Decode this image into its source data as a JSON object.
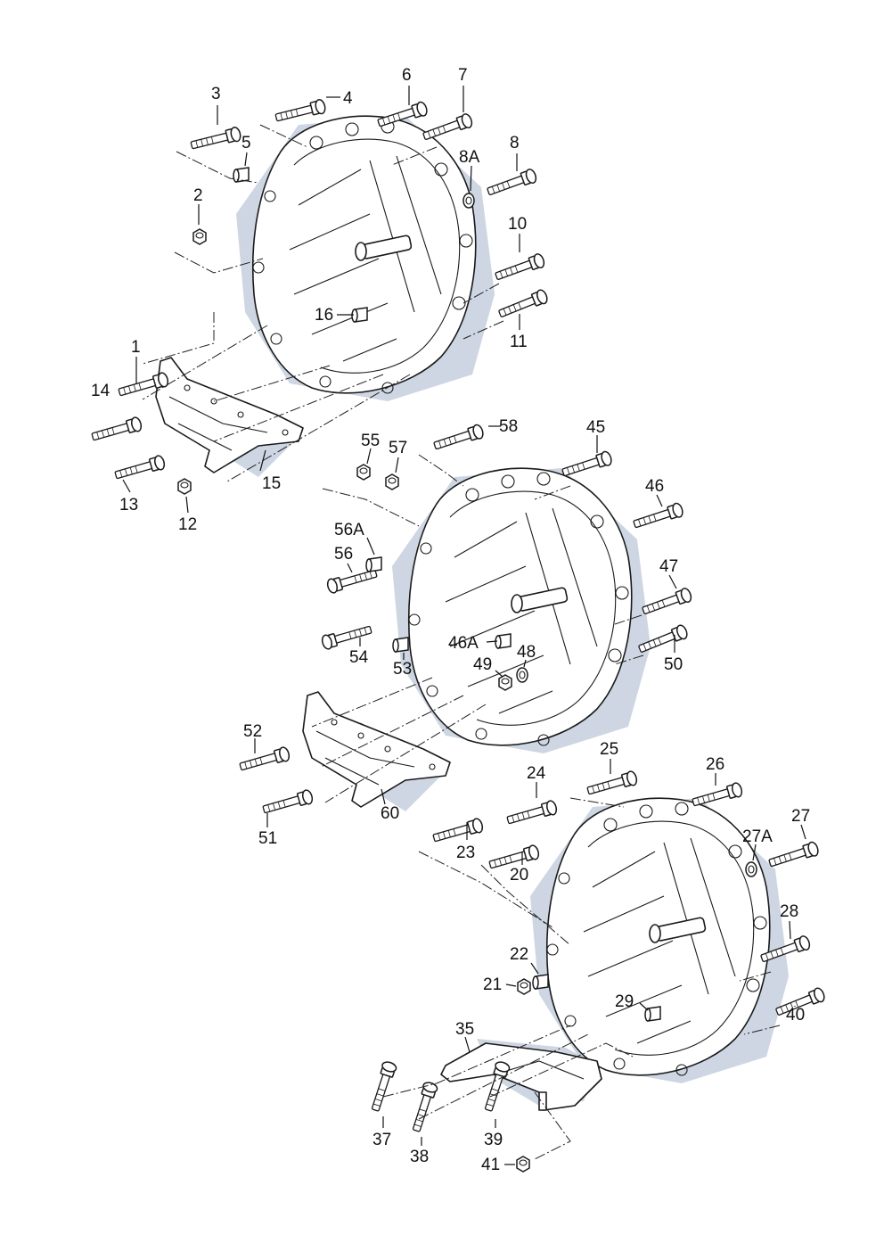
{
  "labels": {
    "p1": "1",
    "p2": "2",
    "p3": "3",
    "p4": "4",
    "p5": "5",
    "p6": "6",
    "p7": "7",
    "p8": "8",
    "p8a": "8A",
    "p10": "10",
    "p11": "11",
    "p12": "12",
    "p13": "13",
    "p14": "14",
    "p15": "15",
    "p16": "16",
    "p20": "20",
    "p21": "21",
    "p22": "22",
    "p23": "23",
    "p24": "24",
    "p25": "25",
    "p26": "26",
    "p27": "27",
    "p27a": "27A",
    "p28": "28",
    "p29": "29",
    "p35": "35",
    "p37": "37",
    "p38": "38",
    "p39": "39",
    "p40": "40",
    "p41": "41",
    "p45": "45",
    "p46": "46",
    "p46a": "46A",
    "p47": "47",
    "p48": "48",
    "p49": "49",
    "p50": "50",
    "p51": "51",
    "p52": "52",
    "p53": "53",
    "p54": "54",
    "p55": "55",
    "p56": "56",
    "p56a": "56A",
    "p57": "57",
    "p58": "58",
    "p60": "60"
  },
  "colors": {
    "shadow": "#cdd6e2",
    "line": "#1a1a1a",
    "background": "#ffffff"
  }
}
